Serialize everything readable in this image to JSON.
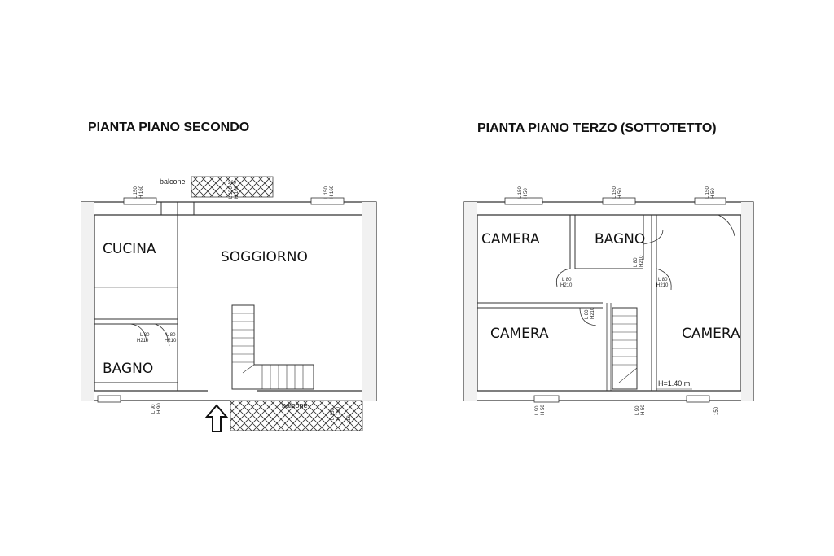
{
  "plans": {
    "second": {
      "title": "PIANTA PIANO SECONDO",
      "rooms": {
        "cucina": "CUCINA",
        "soggiorno": "SOGGIORNO",
        "bagno": "BAGNO"
      },
      "labels": {
        "balcone_top": "balcone",
        "balcone_bottom": "balcone",
        "dim_260": "260",
        "dim_110": "110",
        "win1_l": "L 150",
        "win1_h": "H 160",
        "win2_l": "L 150",
        "win2_h": "H 160",
        "win3_l": "L 150",
        "win3_h": "H 160",
        "win4_l": "L 150",
        "win4_h": "H 160",
        "door1_l": "L 80",
        "door1_h": "H210",
        "door2_l": "L 80",
        "door2_h": "H210",
        "win_bottom_l": "L 90",
        "win_bottom_h": "H 90"
      }
    },
    "third": {
      "title": "PIANTA PIANO TERZO (SOTTOTETTO)",
      "rooms": {
        "camera_tl": "CAMERA",
        "bagno": "BAGNO",
        "camera_bl": "CAMERA",
        "camera_r": "CAMERA"
      },
      "labels": {
        "height_note": "H=1.40 m",
        "win1_l": "L 150",
        "win1_h": "H 50",
        "win2_l": "L 150",
        "win2_h": "H 50",
        "win3_l": "L 150",
        "win3_h": "H 50",
        "door1_l": "L 80",
        "door1_h": "H210",
        "door2_l": "L 80",
        "door2_h": "H210",
        "door3_l": "L 80",
        "door3_h": "H210",
        "door4_l": "L 80",
        "door4_h": "H210",
        "win_b1_l": "L 90",
        "win_b1_h": "H 50",
        "win_b2_l": "L 90",
        "win_b2_h": "H 50",
        "win_b3": "150"
      }
    }
  },
  "icons": {
    "entrance": "up-arrow-icon"
  },
  "colors": {
    "ink": "#111111",
    "wall": "#333333"
  }
}
